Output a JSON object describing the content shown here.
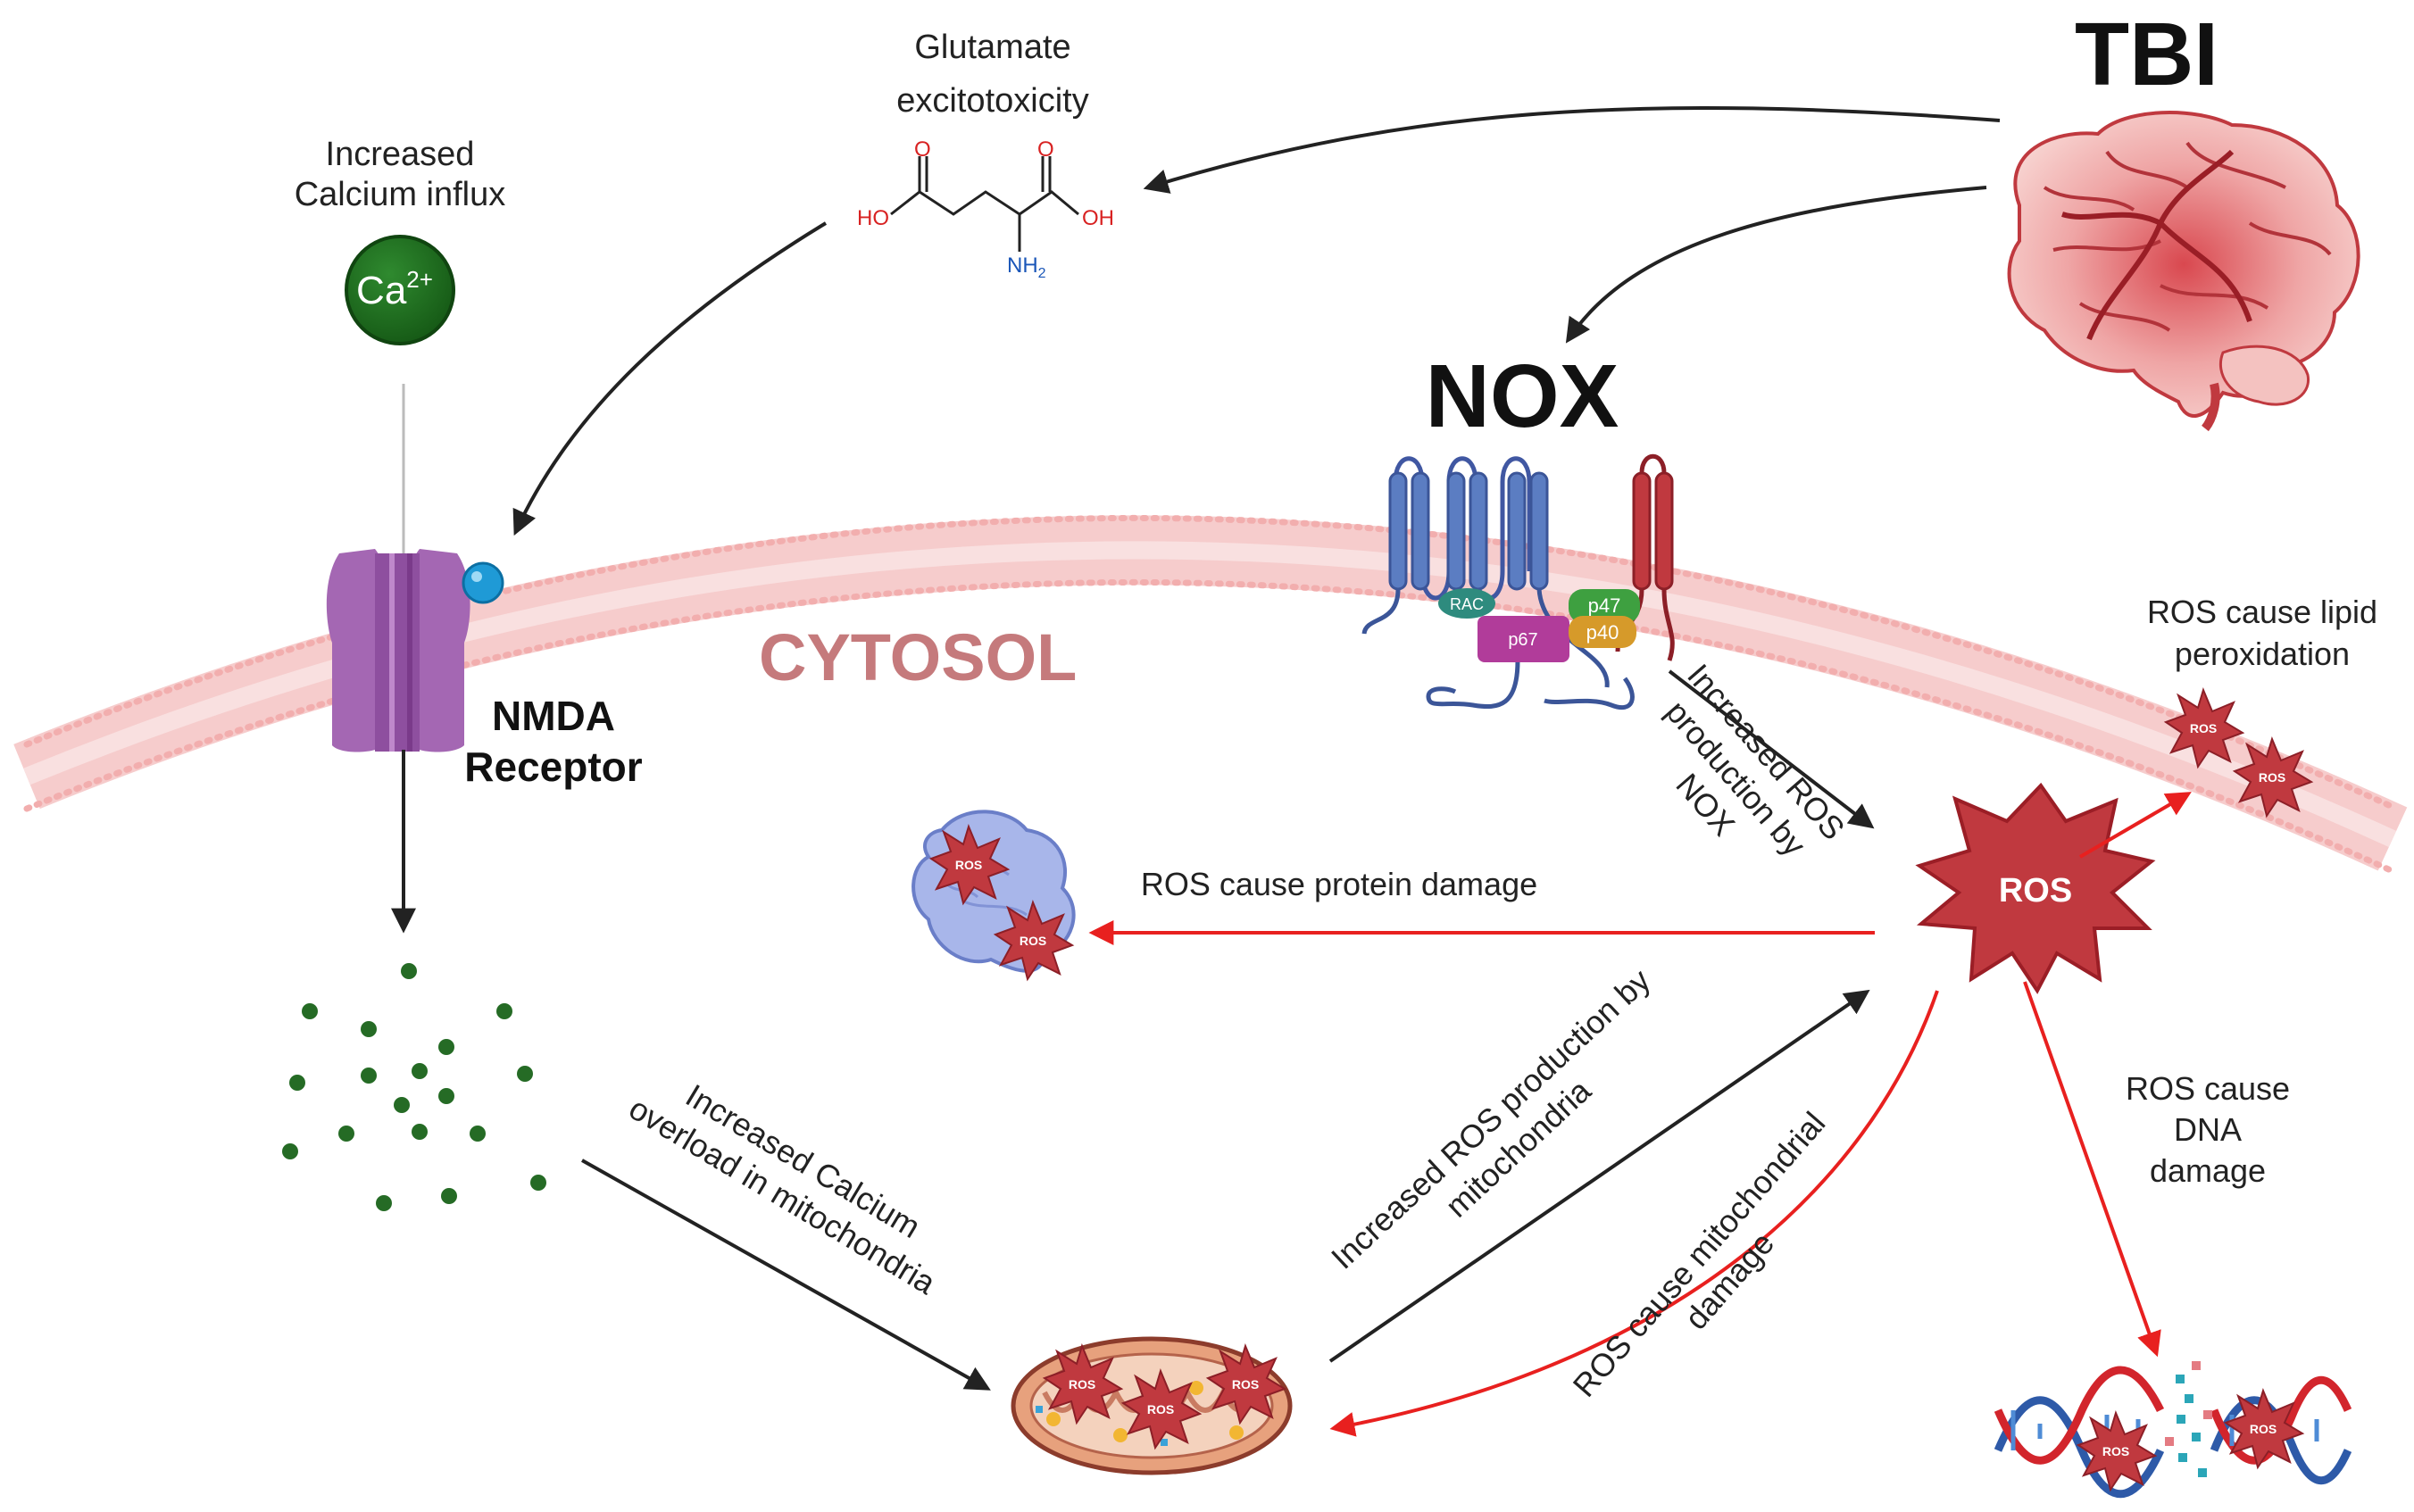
{
  "labels": {
    "tbi": "TBI",
    "nox": "NOX",
    "cytosol": "CYTOSOL",
    "glutamate_line1": "Glutamate",
    "glutamate_line2": "excitotoxicity",
    "calcium_line1": "Increased",
    "calcium_line2": "Calcium influx",
    "ca_ion": "Ca",
    "ca_charge": "2+",
    "nmda_line1": "NMDA",
    "nmda_line2": "Receptor",
    "ros": "ROS",
    "ros_badge": "ROS",
    "lipid_line1": "ROS cause lipid",
    "lipid_line2": "peroxidation",
    "protein": "ROS cause protein damage",
    "dna_line1": "ROS cause",
    "dna_line2": "DNA",
    "dna_line3": "damage",
    "nox_prod_line1": "Increased ROS",
    "nox_prod_line2": "production by",
    "nox_prod_line3": "NOX",
    "mito_prod_line1": "Increased ROS production by",
    "mito_prod_line2": "mitochondria",
    "ca_overload_line1": "Increased Calcium",
    "ca_overload_line2": "overload in mitochondria",
    "mito_damage_line1": "ROS cause mitochondrial",
    "mito_damage_line2": "damage",
    "nox_rac": "RAC",
    "nox_p67": "p67",
    "nox_p47": "p47",
    "nox_p40": "p40",
    "chem_ho": "HO",
    "chem_oh": "OH",
    "chem_o": "O",
    "chem_nh2": "NH",
    "chem_nh2_sub": "2"
  },
  "colors": {
    "black_arrow": "#222222",
    "red_arrow": "#e8201f",
    "ros_star": "#c0393f",
    "membrane": "#f4b8b8",
    "cytosol_text": "#c57a7c",
    "calcium_green": "#1e6e1e",
    "nmda_purple": "#a467b3",
    "nox_blue": "#5b7dc2",
    "nox_red": "#c0393f"
  }
}
